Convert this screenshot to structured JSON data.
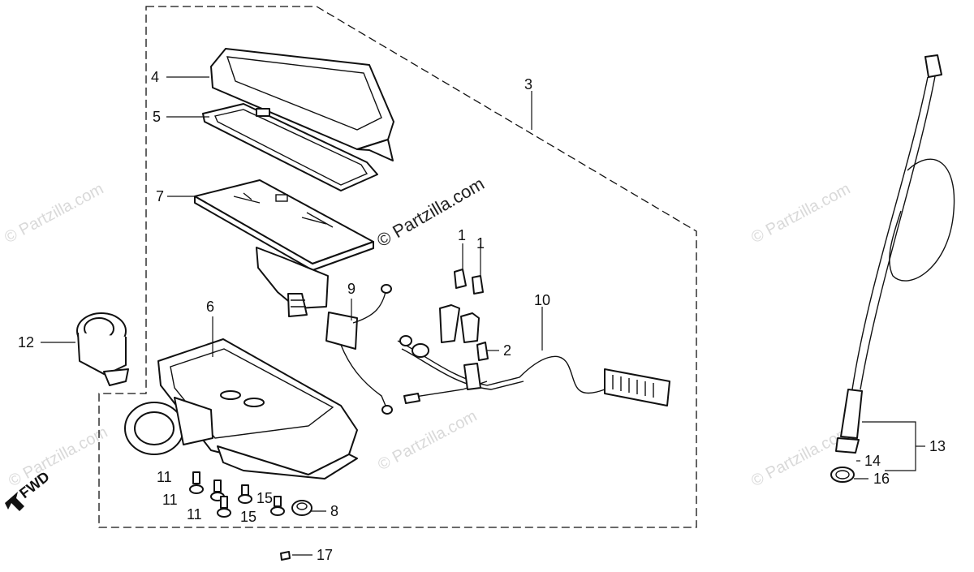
{
  "watermark": "© Partzilla.com",
  "direction_label": "FWD",
  "callouts": {
    "c1a": "1",
    "c1b": "1",
    "c2": "2",
    "c3": "3",
    "c4": "4",
    "c5": "5",
    "c6": "6",
    "c7": "7",
    "c8": "8",
    "c9": "9",
    "c10": "10",
    "c11a": "11",
    "c11b": "11",
    "c11c": "11",
    "c12": "12",
    "c13": "13",
    "c14": "14",
    "c15a": "15",
    "c15b": "15",
    "c16": "16",
    "c17": "17"
  }
}
